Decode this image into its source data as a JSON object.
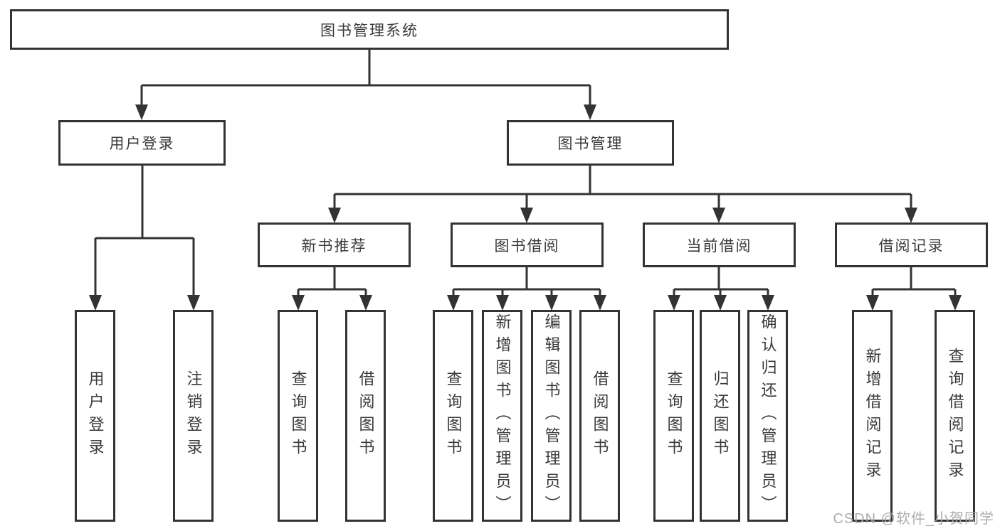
{
  "diagram_type": "tree",
  "tree": {
    "label": "图书管理系统",
    "children": [
      {
        "label": "用户登录",
        "children": [
          {
            "label": "用户登录"
          },
          {
            "label": "注销登录"
          }
        ]
      },
      {
        "label": "图书管理",
        "children": [
          {
            "label": "新书推荐",
            "children": [
              {
                "label": "查询图书"
              },
              {
                "label": "借阅图书"
              }
            ]
          },
          {
            "label": "图书借阅",
            "children": [
              {
                "label": "查询图书"
              },
              {
                "label": "新增图书（管理员）"
              },
              {
                "label": "编辑图书（管理员）"
              },
              {
                "label": "借阅图书"
              }
            ]
          },
          {
            "label": "当前借阅",
            "children": [
              {
                "label": "查询图书"
              },
              {
                "label": "归还图书"
              },
              {
                "label": "确认归还（管理员）"
              }
            ]
          },
          {
            "label": "借阅记录",
            "children": [
              {
                "label": "新增借阅记录"
              },
              {
                "label": "查询借阅记录"
              }
            ]
          }
        ]
      }
    ]
  },
  "watermark": {
    "text": "CSDN @软件_小贺同学"
  },
  "colors": {
    "line": "#333333",
    "box_border": "#333333",
    "box_fill": "#ffffff",
    "text": "#3a3a3a",
    "watermark": "#a8a8a8",
    "background": "#ffffff"
  }
}
